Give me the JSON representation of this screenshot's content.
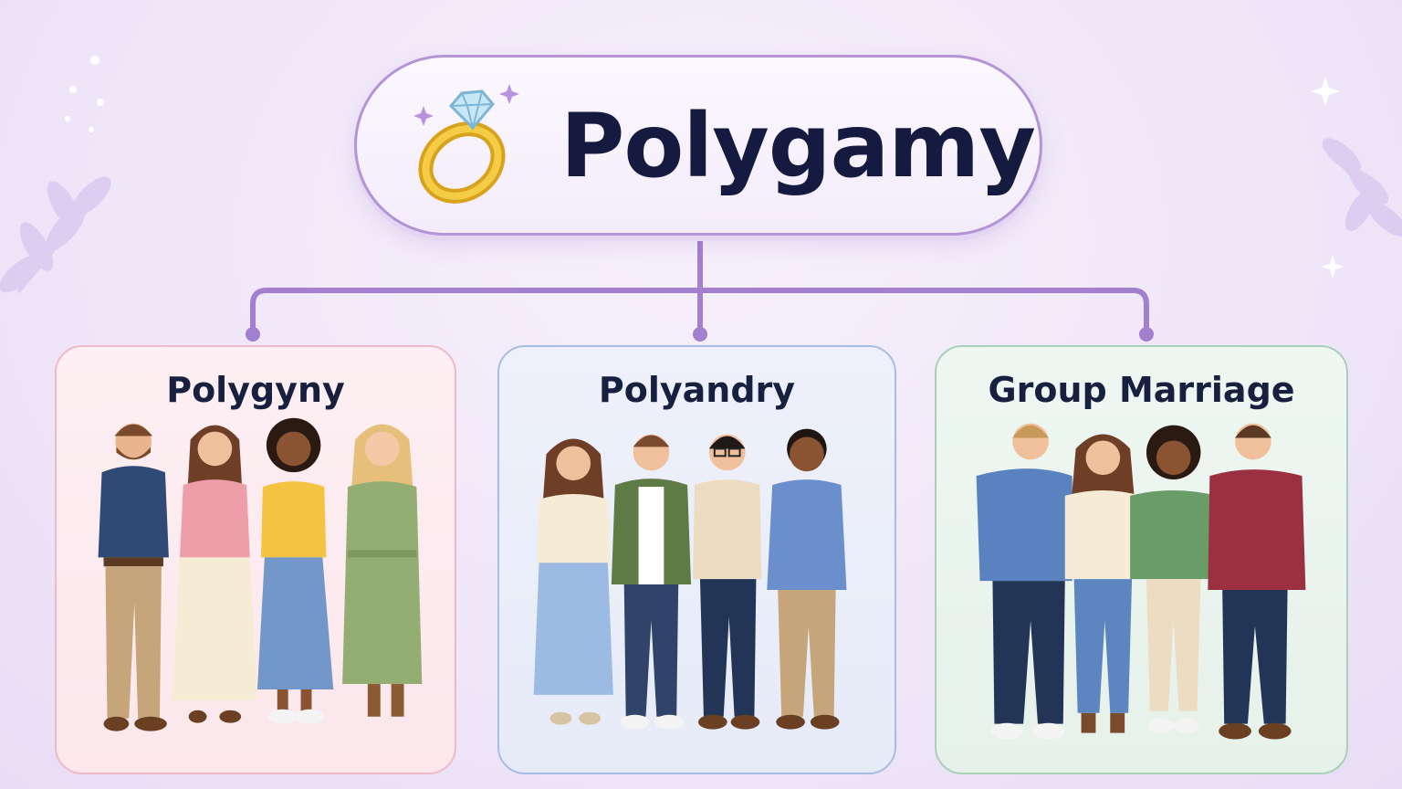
{
  "root": {
    "title": "Polygamy",
    "icon": "diamond-ring-icon"
  },
  "branches": [
    {
      "id": "polygyny",
      "title": "Polygyny",
      "accent": "#efb9c7"
    },
    {
      "id": "polyandry",
      "title": "Polyandry",
      "accent": "#a9bde4"
    },
    {
      "id": "group-marriage",
      "title": "Group Marriage",
      "accent": "#a9d1b8"
    }
  ],
  "colors": {
    "connector": "#a27fcf",
    "title_text": "#141a40"
  }
}
